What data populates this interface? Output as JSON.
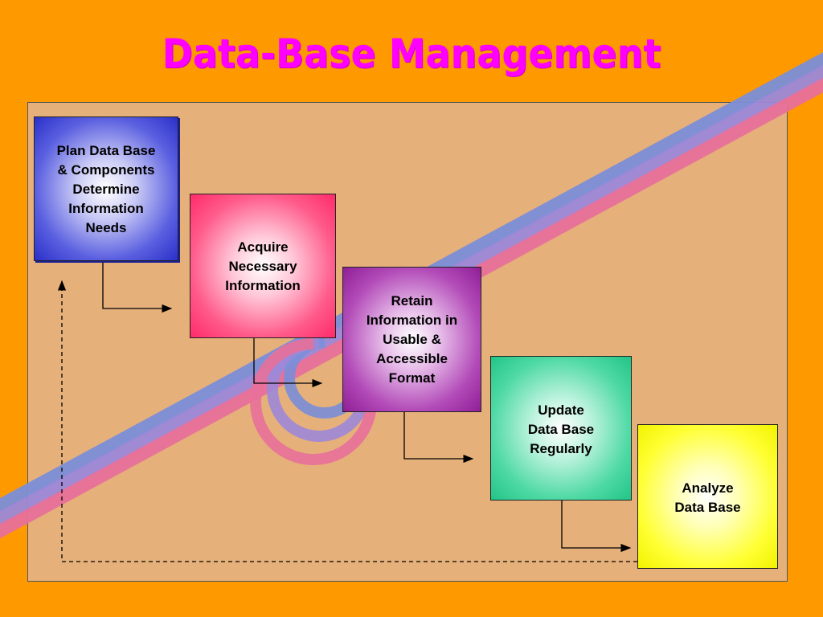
{
  "title": "Data-Base Management",
  "colors": {
    "background": "#FF9900",
    "panel": "#E6B07A",
    "title": "#FF00FF"
  },
  "steps": [
    {
      "label": "Plan Data Base\n& Components\nDetermine\nInformation\nNeeds",
      "color": "#2a30c8"
    },
    {
      "label": "Acquire\nNecessary\nInformation",
      "color": "#ff2a6a"
    },
    {
      "label": "Retain\nInformation in\nUsable &\nAccessible\nFormat",
      "color": "#8f1e96"
    },
    {
      "label": "Update\nData Base\nRegularly",
      "color": "#22c488"
    },
    {
      "label": "Analyze\nData Base",
      "color": "#f2f200"
    }
  ]
}
